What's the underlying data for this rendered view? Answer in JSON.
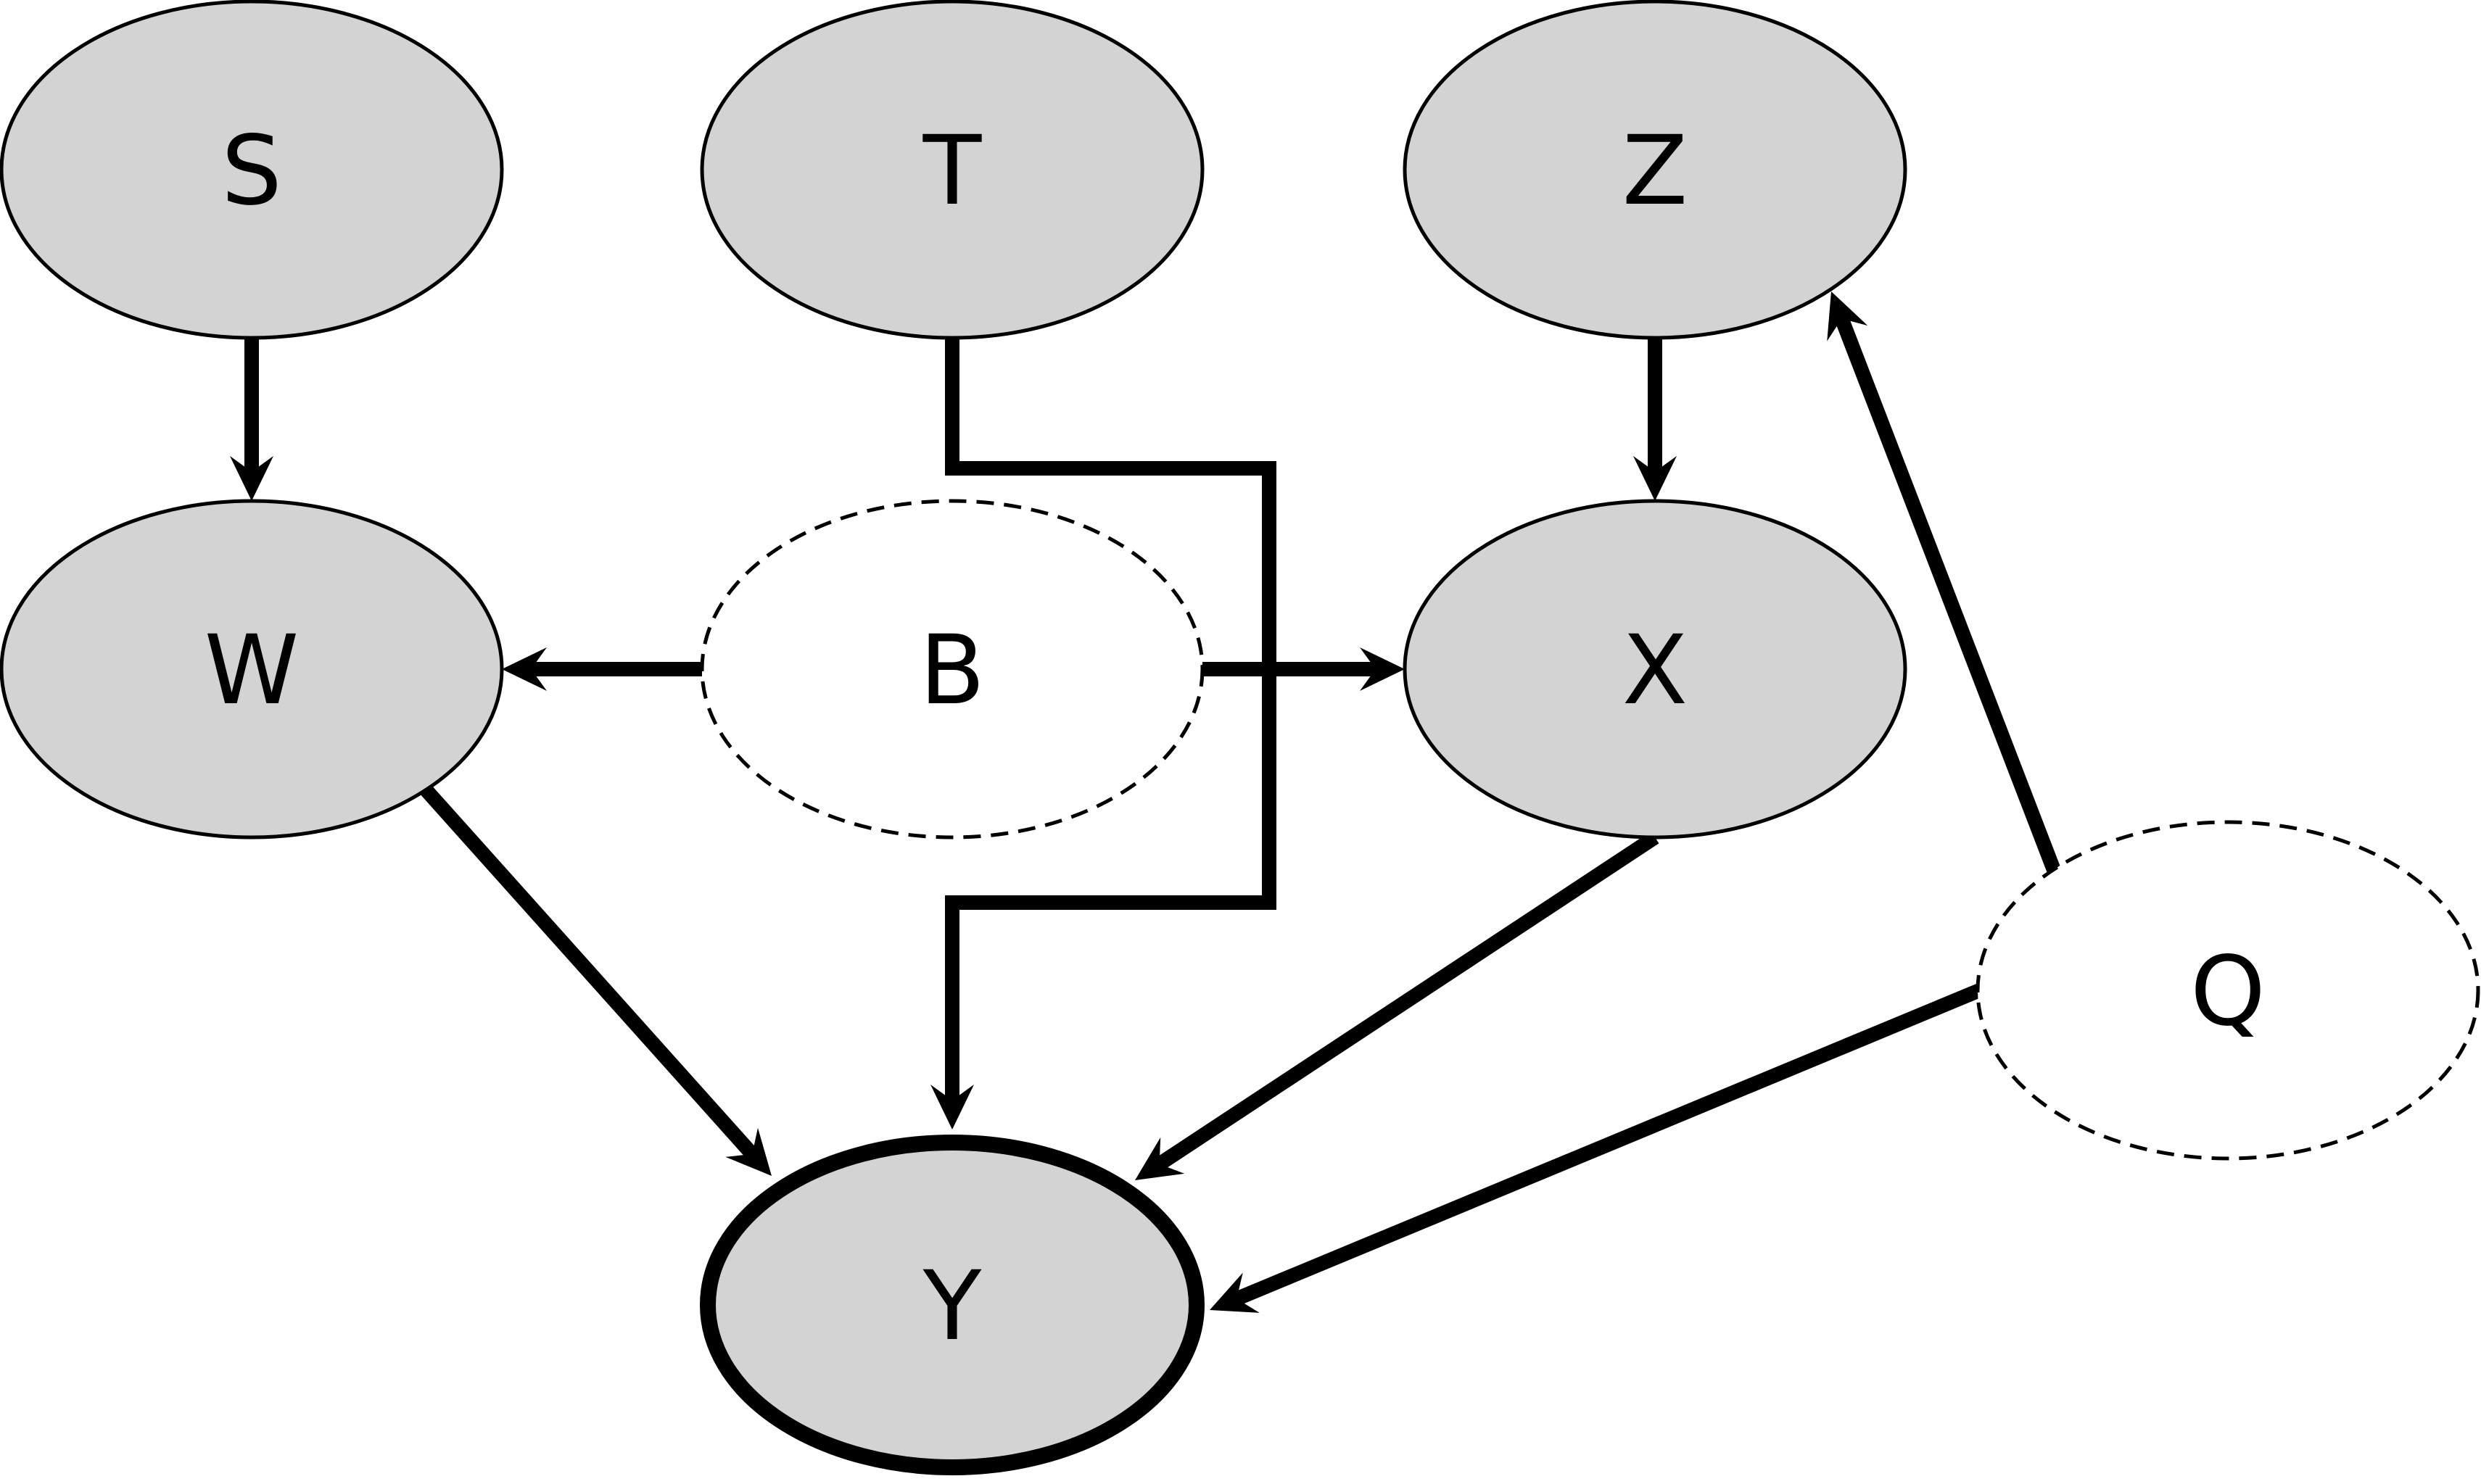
{
  "diagram": {
    "type": "directed-graph",
    "colors": {
      "observed_fill": "#d3d3d3",
      "latent_fill": "#ffffff",
      "stroke": "#000000"
    },
    "nodes": [
      {
        "id": "S",
        "label": "S",
        "style": "observed"
      },
      {
        "id": "T",
        "label": "T",
        "style": "observed"
      },
      {
        "id": "Z",
        "label": "Z",
        "style": "observed"
      },
      {
        "id": "W",
        "label": "W",
        "style": "observed"
      },
      {
        "id": "B",
        "label": "B",
        "style": "latent-dashed"
      },
      {
        "id": "X",
        "label": "X",
        "style": "observed"
      },
      {
        "id": "Q",
        "label": "Q",
        "style": "latent-dashed"
      },
      {
        "id": "Y",
        "label": "Y",
        "style": "outcome-bold"
      }
    ],
    "edges": [
      {
        "from": "S",
        "to": "W"
      },
      {
        "from": "Z",
        "to": "X"
      },
      {
        "from": "B",
        "to": "W"
      },
      {
        "from": "B",
        "to": "X"
      },
      {
        "from": "T",
        "to": "Y"
      },
      {
        "from": "W",
        "to": "Y"
      },
      {
        "from": "X",
        "to": "Y"
      },
      {
        "from": "Q",
        "to": "Y"
      },
      {
        "from": "Q",
        "to": "Z"
      }
    ]
  }
}
